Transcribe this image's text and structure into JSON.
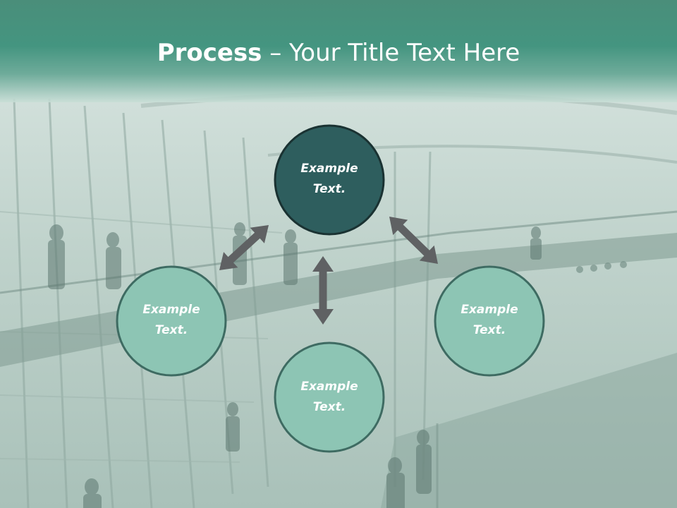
{
  "slide": {
    "title_bold": "Process",
    "title_rest": " – Your Title Text Here"
  },
  "nodes": {
    "top": {
      "line1": "Example",
      "line2": "Text."
    },
    "left": {
      "line1": "Example",
      "line2": "Text."
    },
    "right": {
      "line1": "Example",
      "line2": "Text."
    },
    "bottom": {
      "line1": "Example",
      "line2": "Text."
    }
  },
  "colors": {
    "header": "#449580",
    "primary_circle": "#2e5e5e",
    "secondary_circle": "#8dc5b4",
    "circle_border": "#3e6b62",
    "arrow": "#5f6163"
  }
}
